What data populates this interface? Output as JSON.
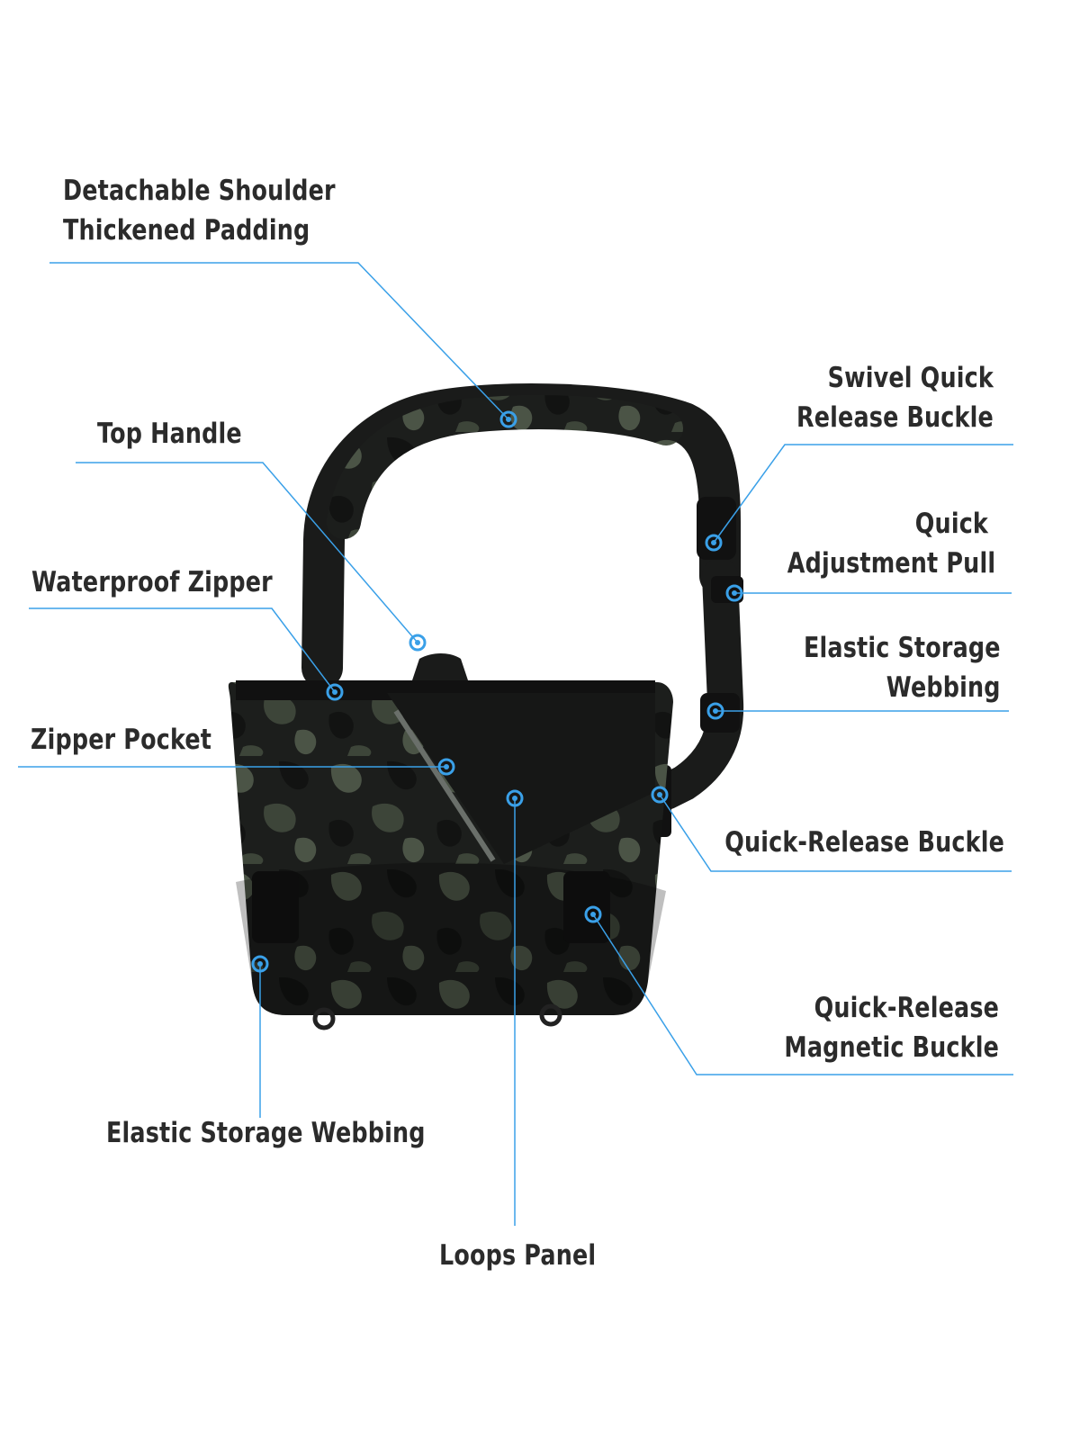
{
  "colors": {
    "background": "#ffffff",
    "callout_line": "#3aa0e8",
    "label_text": "#2b2b2b",
    "bag_dark": "#1f211f",
    "camo_green": "#4b5446",
    "camo_black": "#121312"
  },
  "callouts": {
    "shoulder_pad": {
      "lines": [
        "Detachable Shoulder",
        "Thickened Padding"
      ]
    },
    "top_handle": {
      "lines": [
        "Top Handle"
      ]
    },
    "waterproof_zipper": {
      "lines": [
        "Waterproof Zipper"
      ]
    },
    "zipper_pocket": {
      "lines": [
        "Zipper Pocket"
      ]
    },
    "swivel_buckle": {
      "lines": [
        "Swivel Quick",
        "Release Buckle"
      ]
    },
    "adjustment_pull": {
      "lines": [
        "Quick",
        "Adjustment Pull"
      ]
    },
    "elastic_webbing_strap": {
      "lines": [
        "Elastic Storage",
        "Webbing"
      ]
    },
    "quick_release_buckle": {
      "lines": [
        "Quick-Release Buckle"
      ]
    },
    "magnetic_buckle": {
      "lines": [
        "Quick-Release",
        "Magnetic Buckle"
      ]
    },
    "elastic_webbing_bottom": {
      "lines": [
        "Elastic Storage Webbing"
      ]
    },
    "loops_panel": {
      "lines": [
        "Loops Panel"
      ]
    }
  }
}
